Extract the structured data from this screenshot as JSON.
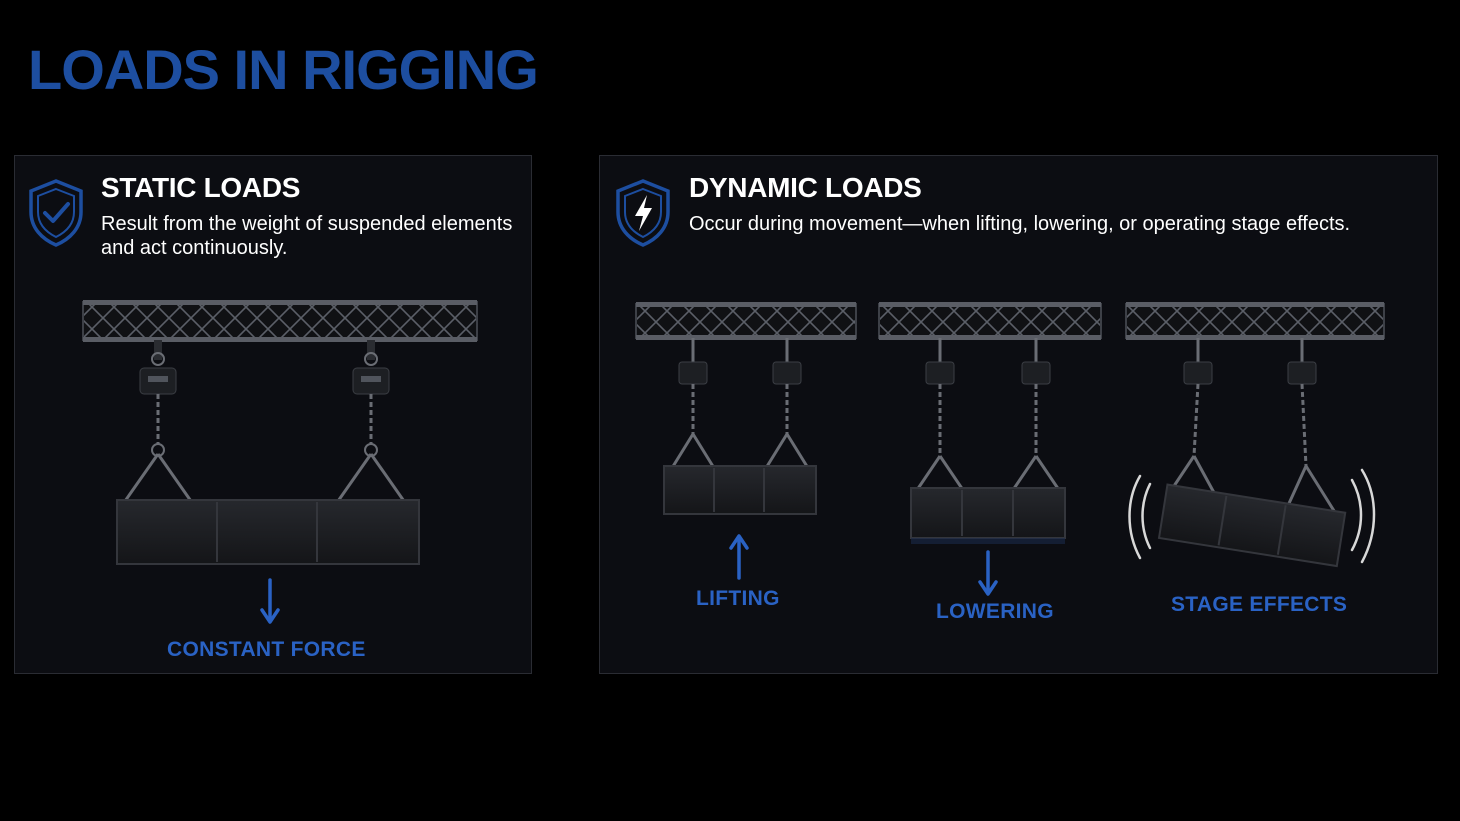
{
  "title": "LOADS IN RIGGING",
  "static": {
    "icon": "shield-check-icon",
    "heading": "STATIC LOADS",
    "description": "Result from the weight of suspended elements and act continuously.",
    "caption": "CONSTANT FORCE"
  },
  "dynamic": {
    "icon": "shield-lightning-icon",
    "heading": "DYNAMIC LOADS",
    "description": "Occur during movement—when lifting, lowering, or operating stage effects.",
    "scenes": [
      {
        "caption": "LIFTING",
        "motion": "up"
      },
      {
        "caption": "LOWERING",
        "motion": "down"
      },
      {
        "caption": "STAGE EFFECTS",
        "motion": "sway"
      }
    ]
  },
  "colors": {
    "accent": "#1d4ea0",
    "caption": "#2a62c4",
    "panel": "#0c0d12",
    "background": "#000000"
  }
}
